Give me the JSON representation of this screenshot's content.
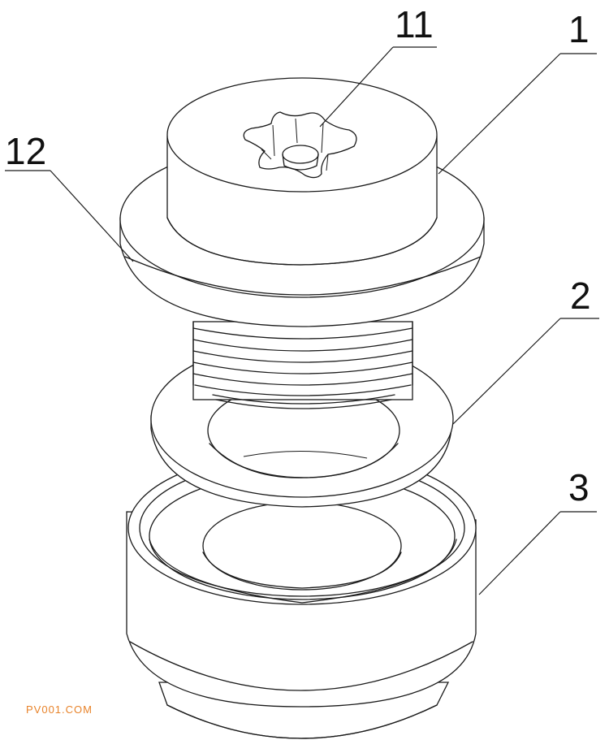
{
  "labels": {
    "l1": "1",
    "l11": "11",
    "l12": "12",
    "l2": "2",
    "l3": "3"
  },
  "watermark": {
    "text": "PV001.COM",
    "color": "#e8832a"
  }
}
